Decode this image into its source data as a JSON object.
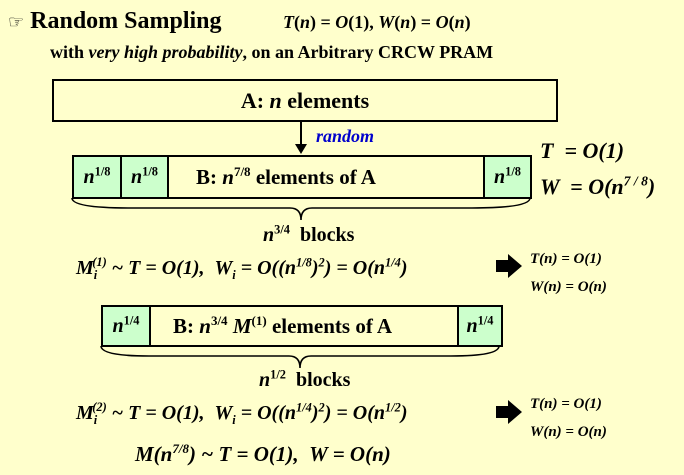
{
  "heading": {
    "bullet_icon": "pointing-hand-icon",
    "title": "Random Sampling",
    "formula": "T(n) = O(1), W(n) = O(n)"
  },
  "subheading": {
    "prefix": "with ",
    "emphasis": "very high probability",
    "suffix": ", on an Arbitrary CRCW PRAM"
  },
  "boxA": {
    "label_prefix": "A: ",
    "label_var": "n",
    "label_suffix": " elements"
  },
  "edge_label": "random",
  "boxB": {
    "cell_text": "n1/8",
    "label": "B: n7/8 elements of A"
  },
  "boxB_cost": {
    "T": "T = O(1)",
    "W": "W = O(n7/8)"
  },
  "stage1": {
    "blocks": "n3/4 blocks",
    "equation": "Mi(1) ~ T = O(1), Wi = O((n1/8)2) = O(n1/4)",
    "result_T": "T(n) = O(1)",
    "result_W": "W(n) = O(n)"
  },
  "boxC": {
    "cell_text": "n1/4",
    "label": "B: n3/4 M(1) elements of A"
  },
  "stage2": {
    "blocks": "n1/2 blocks",
    "equation": "Mi(2) ~ T = O(1), Wi = O((n1/4)2) = O(n1/2)",
    "result_T": "T(n) = O(1)",
    "result_W": "W(n) = O(n)"
  },
  "final": {
    "equation": "M(n7/8) ~ T = O(1), W = O(n)"
  },
  "colors": {
    "background": "#ffffcc",
    "cell_fill": "#ccffcc",
    "random_label": "#0000cc"
  }
}
